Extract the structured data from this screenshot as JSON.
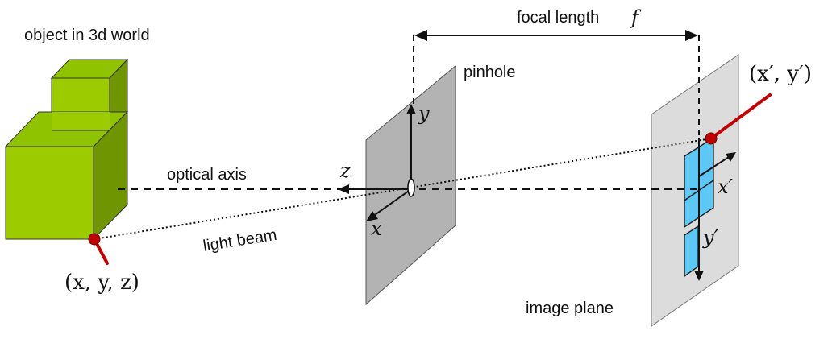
{
  "labels": {
    "object": "object in 3d world",
    "focal_length": "focal length",
    "focal_symbol": "f",
    "pinhole": "pinhole",
    "optical_axis": "optical axis",
    "light_beam": "light beam",
    "image_plane": "image plane"
  },
  "axes": {
    "pinhole": {
      "z": "z",
      "y": "y",
      "x": "x"
    },
    "image": {
      "x": "x′",
      "y": "y′"
    }
  },
  "points": {
    "world": "(x, y, z)",
    "image": "(x′, y′)"
  },
  "colors": {
    "cube_top": "#8fc300",
    "cube_front": "#9ccc00",
    "cube_side": "#6f9600",
    "pinhole_plane": "#b3b3b3",
    "image_plane": "#dcdcdc",
    "projection": "#5dc7f5",
    "marker": "#c00000"
  }
}
